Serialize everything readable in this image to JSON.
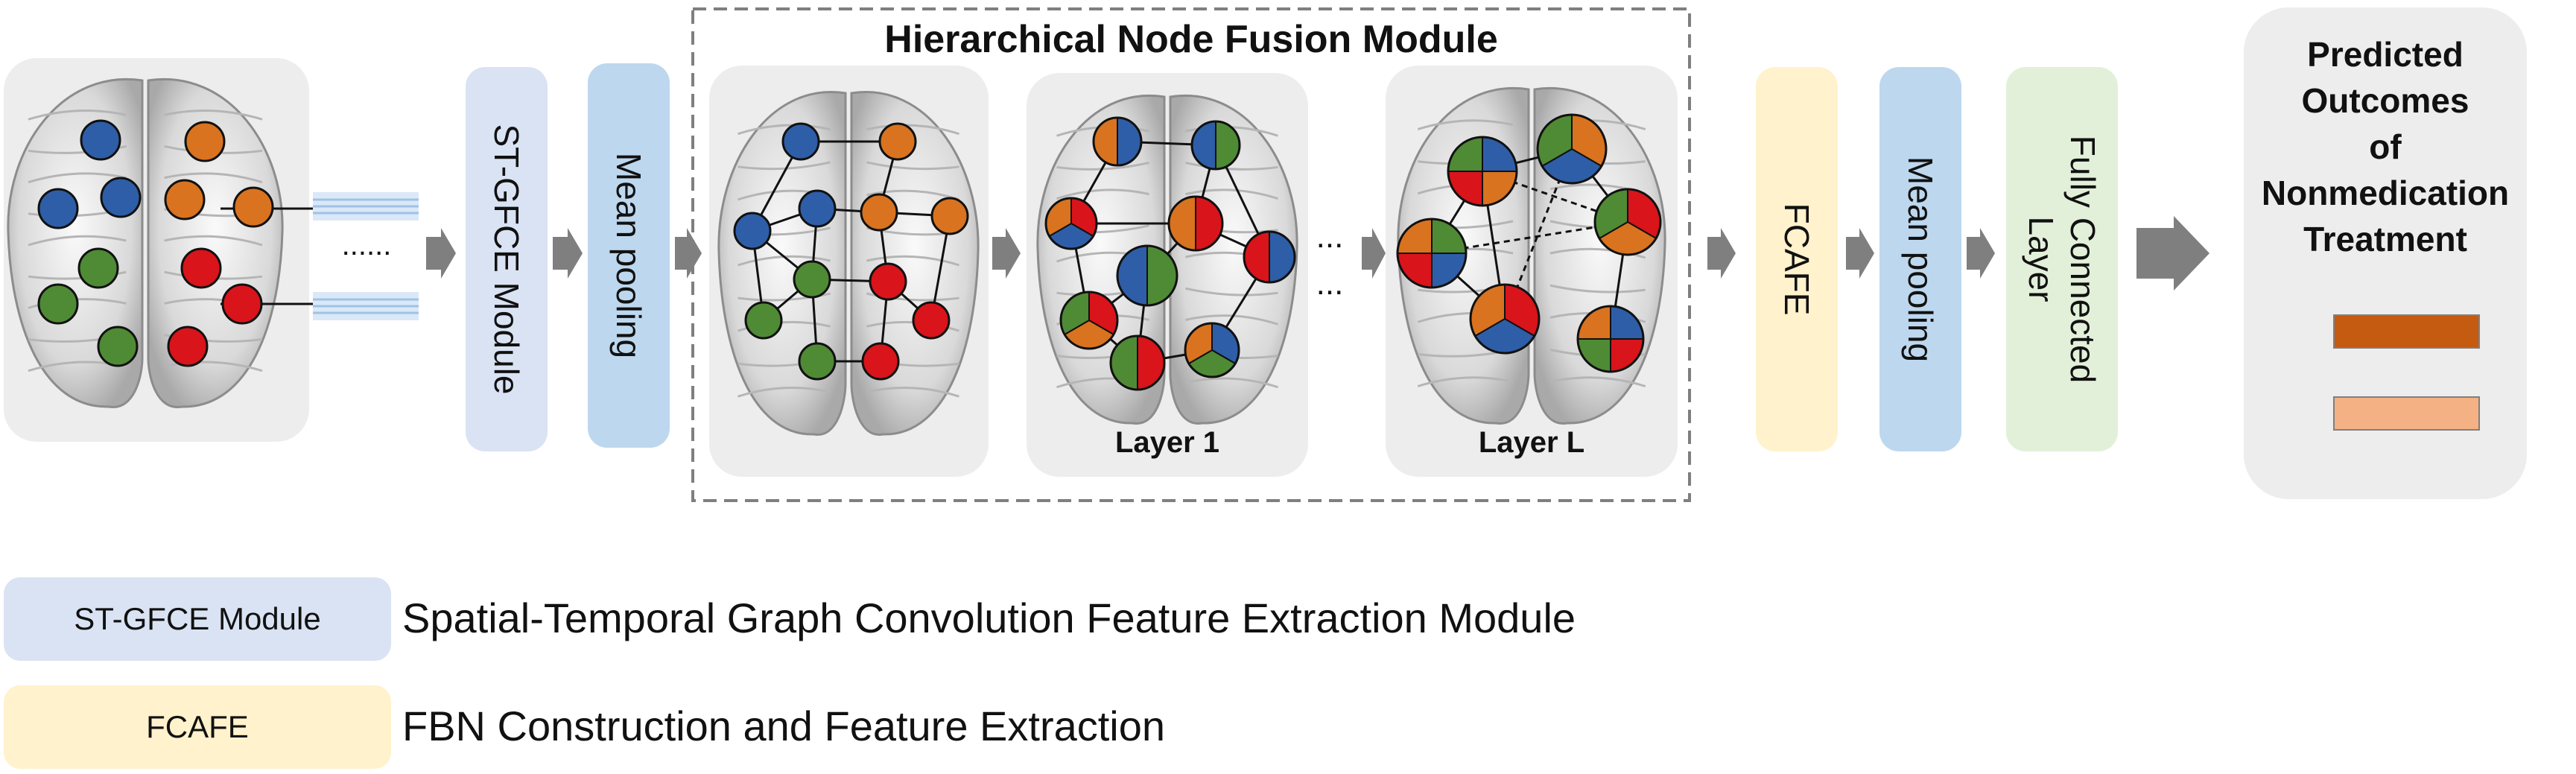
{
  "module_title": "Hierarchical Node Fusion Module",
  "boxes": {
    "stgfce": "ST-GFCE Module",
    "mean_pooling_1": "Mean pooling",
    "fcafe": "FCAFE",
    "mean_pooling_2": "Mean pooling",
    "fully_connected": [
      "Fully Connected",
      "Layer"
    ]
  },
  "layers": {
    "layer1": "Layer 1",
    "layerL": "Layer L",
    "ellipsis": "..."
  },
  "input_ellipsis": "......",
  "output": {
    "title_lines": [
      "Predicted",
      "Outcomes",
      "of",
      "Nonmedication",
      "Treatment"
    ],
    "bar_colors": [
      "#c55a11",
      "#f4b183"
    ]
  },
  "legend": [
    {
      "abbr": "ST-GFCE Module",
      "full": "Spatial-Temporal Graph Convolution Feature Extraction Module"
    },
    {
      "abbr": "FCAFE",
      "full": "FBN Construction and Feature Extraction"
    }
  ],
  "colors": {
    "stgfce_fill": "#dae3f3",
    "mean_pooling_fill": "#bdd7ee",
    "fcafe_fill": "#fff2cc",
    "fc_fill": "#e2f0d9",
    "panel_fill": "#ededed",
    "arrow": "#7f7f7f",
    "node_blue": "#2e5ea8",
    "node_orange": "#d9731f",
    "node_red": "#d9141b",
    "node_green": "#4f8a35"
  }
}
